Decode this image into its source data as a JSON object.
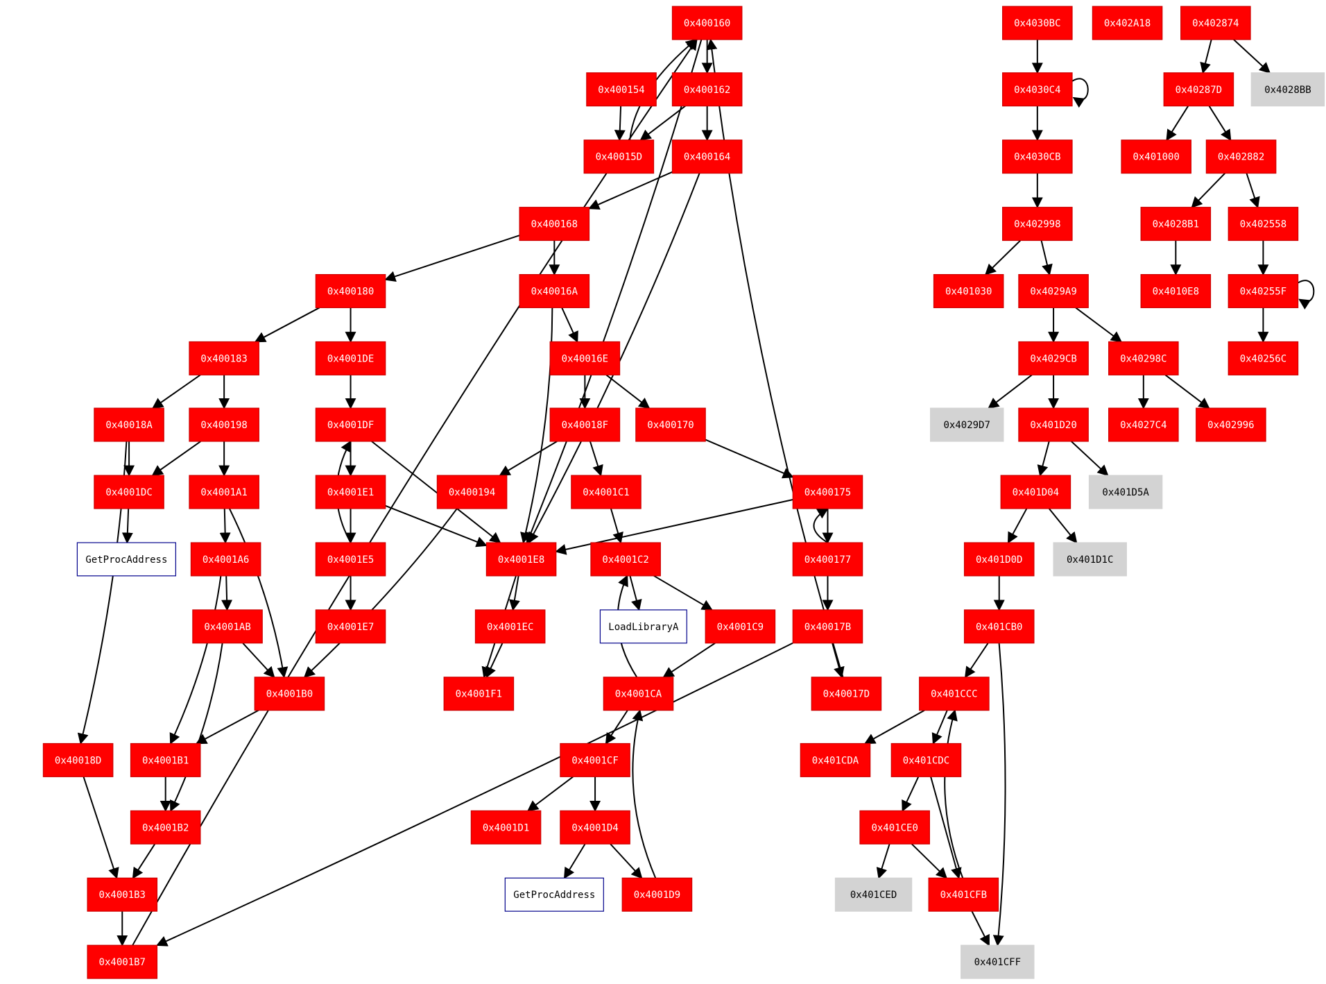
{
  "colors": {
    "node_red": "#ff0000",
    "node_red_border": "#cc0000",
    "node_red_text": "#ffffff",
    "node_gray": "#d3d3d3",
    "node_gray_text": "#000000",
    "node_func_border": "#00008b",
    "node_func_text": "#000000",
    "edge": "#000000"
  },
  "nodes": [
    {
      "id": "n400160",
      "label": "0x400160",
      "kind": "red"
    },
    {
      "id": "n400154",
      "label": "0x400154",
      "kind": "red"
    },
    {
      "id": "n400162",
      "label": "0x400162",
      "kind": "red"
    },
    {
      "id": "n40015D",
      "label": "0x40015D",
      "kind": "red"
    },
    {
      "id": "n400164",
      "label": "0x400164",
      "kind": "red"
    },
    {
      "id": "n400168",
      "label": "0x400168",
      "kind": "red"
    },
    {
      "id": "n400180",
      "label": "0x400180",
      "kind": "red"
    },
    {
      "id": "n40016A",
      "label": "0x40016A",
      "kind": "red"
    },
    {
      "id": "n400183",
      "label": "0x400183",
      "kind": "red"
    },
    {
      "id": "n4001DE",
      "label": "0x4001DE",
      "kind": "red"
    },
    {
      "id": "n40016E",
      "label": "0x40016E",
      "kind": "red"
    },
    {
      "id": "n40018A",
      "label": "0x40018A",
      "kind": "red"
    },
    {
      "id": "n400198",
      "label": "0x400198",
      "kind": "red"
    },
    {
      "id": "n4001DF",
      "label": "0x4001DF",
      "kind": "red"
    },
    {
      "id": "n40018F",
      "label": "0x40018F",
      "kind": "red"
    },
    {
      "id": "n400170",
      "label": "0x400170",
      "kind": "red"
    },
    {
      "id": "n4001DC",
      "label": "0x4001DC",
      "kind": "red"
    },
    {
      "id": "n4001A1",
      "label": "0x4001A1",
      "kind": "red"
    },
    {
      "id": "n4001E1",
      "label": "0x4001E1",
      "kind": "red"
    },
    {
      "id": "n400194",
      "label": "0x400194",
      "kind": "red"
    },
    {
      "id": "n4001C1",
      "label": "0x4001C1",
      "kind": "red"
    },
    {
      "id": "n400175",
      "label": "0x400175",
      "kind": "red"
    },
    {
      "id": "gpa1",
      "label": "GetProcAddress",
      "kind": "func"
    },
    {
      "id": "n4001A6",
      "label": "0x4001A6",
      "kind": "red"
    },
    {
      "id": "n4001E5",
      "label": "0x4001E5",
      "kind": "red"
    },
    {
      "id": "n4001E8",
      "label": "0x4001E8",
      "kind": "red"
    },
    {
      "id": "n4001C2",
      "label": "0x4001C2",
      "kind": "red"
    },
    {
      "id": "n400177",
      "label": "0x400177",
      "kind": "red"
    },
    {
      "id": "n4001AB",
      "label": "0x4001AB",
      "kind": "red"
    },
    {
      "id": "n4001E7",
      "label": "0x4001E7",
      "kind": "red"
    },
    {
      "id": "n4001EC",
      "label": "0x4001EC",
      "kind": "red"
    },
    {
      "id": "lla",
      "label": "LoadLibraryA",
      "kind": "func"
    },
    {
      "id": "n4001C9",
      "label": "0x4001C9",
      "kind": "red"
    },
    {
      "id": "n40017B",
      "label": "0x40017B",
      "kind": "red"
    },
    {
      "id": "n4001B0",
      "label": "0x4001B0",
      "kind": "red"
    },
    {
      "id": "n4001F1",
      "label": "0x4001F1",
      "kind": "red"
    },
    {
      "id": "n4001CA",
      "label": "0x4001CA",
      "kind": "red"
    },
    {
      "id": "n40017D",
      "label": "0x40017D",
      "kind": "red"
    },
    {
      "id": "n40018D",
      "label": "0x40018D",
      "kind": "red"
    },
    {
      "id": "n4001B1",
      "label": "0x4001B1",
      "kind": "red"
    },
    {
      "id": "n4001CF",
      "label": "0x4001CF",
      "kind": "red"
    },
    {
      "id": "n4001B2",
      "label": "0x4001B2",
      "kind": "red"
    },
    {
      "id": "n4001D1",
      "label": "0x4001D1",
      "kind": "red"
    },
    {
      "id": "n4001D4",
      "label": "0x4001D4",
      "kind": "red"
    },
    {
      "id": "n4001B3",
      "label": "0x4001B3",
      "kind": "red"
    },
    {
      "id": "gpa2",
      "label": "GetProcAddress",
      "kind": "func"
    },
    {
      "id": "n4001D9",
      "label": "0x4001D9",
      "kind": "red"
    },
    {
      "id": "n4001B7",
      "label": "0x4001B7",
      "kind": "red"
    },
    {
      "id": "n4030BC",
      "label": "0x4030BC",
      "kind": "red"
    },
    {
      "id": "n4030C4",
      "label": "0x4030C4",
      "kind": "red"
    },
    {
      "id": "n4030CB",
      "label": "0x4030CB",
      "kind": "red"
    },
    {
      "id": "n402998",
      "label": "0x402998",
      "kind": "red"
    },
    {
      "id": "n401030",
      "label": "0x401030",
      "kind": "red"
    },
    {
      "id": "n4029A9",
      "label": "0x4029A9",
      "kind": "red"
    },
    {
      "id": "n4029CB",
      "label": "0x4029CB",
      "kind": "red"
    },
    {
      "id": "n40298C",
      "label": "0x40298C",
      "kind": "red"
    },
    {
      "id": "n4029D7",
      "label": "0x4029D7",
      "kind": "gray"
    },
    {
      "id": "n401D20",
      "label": "0x401D20",
      "kind": "red"
    },
    {
      "id": "n4027C4",
      "label": "0x4027C4",
      "kind": "red"
    },
    {
      "id": "n402996",
      "label": "0x402996",
      "kind": "red"
    },
    {
      "id": "n401D04",
      "label": "0x401D04",
      "kind": "red"
    },
    {
      "id": "n401D5A",
      "label": "0x401D5A",
      "kind": "gray"
    },
    {
      "id": "n401D0D",
      "label": "0x401D0D",
      "kind": "red"
    },
    {
      "id": "n401D1C",
      "label": "0x401D1C",
      "kind": "gray"
    },
    {
      "id": "n401CB0",
      "label": "0x401CB0",
      "kind": "red"
    },
    {
      "id": "n401CCC",
      "label": "0x401CCC",
      "kind": "red"
    },
    {
      "id": "n401CDA",
      "label": "0x401CDA",
      "kind": "red"
    },
    {
      "id": "n401CDC",
      "label": "0x401CDC",
      "kind": "red"
    },
    {
      "id": "n401CE0",
      "label": "0x401CE0",
      "kind": "red"
    },
    {
      "id": "n401CED",
      "label": "0x401CED",
      "kind": "gray"
    },
    {
      "id": "n401CFB",
      "label": "0x401CFB",
      "kind": "red"
    },
    {
      "id": "n401CFF",
      "label": "0x401CFF",
      "kind": "gray"
    },
    {
      "id": "n402A18",
      "label": "0x402A18",
      "kind": "red"
    },
    {
      "id": "n402874",
      "label": "0x402874",
      "kind": "red"
    },
    {
      "id": "n40287D",
      "label": "0x40287D",
      "kind": "red"
    },
    {
      "id": "n4028BB",
      "label": "0x4028BB",
      "kind": "gray"
    },
    {
      "id": "n401000",
      "label": "0x401000",
      "kind": "red"
    },
    {
      "id": "n402882",
      "label": "0x402882",
      "kind": "red"
    },
    {
      "id": "n4028B1",
      "label": "0x4028B1",
      "kind": "red"
    },
    {
      "id": "n402558",
      "label": "0x402558",
      "kind": "red"
    },
    {
      "id": "n4010E8",
      "label": "0x4010E8",
      "kind": "red"
    },
    {
      "id": "n40255F",
      "label": "0x40255F",
      "kind": "red"
    },
    {
      "id": "n40256C",
      "label": "0x40256C",
      "kind": "red"
    }
  ],
  "edges": [
    [
      "n400160",
      "n400162"
    ],
    [
      "n400154",
      "n40015D"
    ],
    [
      "n400162",
      "n40015D"
    ],
    [
      "n400162",
      "n400164"
    ],
    [
      "n40015D",
      "n400160"
    ],
    [
      "n400164",
      "n400168"
    ],
    [
      "n400164",
      "n4001E8"
    ],
    [
      "n400168",
      "n400180"
    ],
    [
      "n400168",
      "n40016A"
    ],
    [
      "n400180",
      "n400183"
    ],
    [
      "n400180",
      "n4001DE"
    ],
    [
      "n40016A",
      "n40016E"
    ],
    [
      "n40016A",
      "n4001E8"
    ],
    [
      "n400183",
      "n40018A"
    ],
    [
      "n400183",
      "n400198"
    ],
    [
      "n4001DE",
      "n4001DF"
    ],
    [
      "n40016E",
      "n40018F"
    ],
    [
      "n40016E",
      "n400170"
    ],
    [
      "n40018A",
      "n4001DC"
    ],
    [
      "n40018A",
      "n40018D"
    ],
    [
      "n400198",
      "n4001DC"
    ],
    [
      "n400198",
      "n4001A1"
    ],
    [
      "n4001DF",
      "n4001E1"
    ],
    [
      "n4001DF",
      "n4001E8"
    ],
    [
      "n40018F",
      "n400194"
    ],
    [
      "n40018F",
      "n4001C1"
    ],
    [
      "n400170",
      "n400175"
    ],
    [
      "n4001DC",
      "gpa1"
    ],
    [
      "n4001A1",
      "n4001A6"
    ],
    [
      "n4001A1",
      "n4001B0"
    ],
    [
      "n4001E1",
      "n4001E5"
    ],
    [
      "n4001E1",
      "n4001E8"
    ],
    [
      "n400194",
      "n4001B0"
    ],
    [
      "n4001C1",
      "n4001C2"
    ],
    [
      "n400175",
      "n400177"
    ],
    [
      "n400175",
      "n4001E8"
    ],
    [
      "n4001A6",
      "n4001AB"
    ],
    [
      "n4001A6",
      "n4001B1"
    ],
    [
      "n4001E5",
      "n4001E7"
    ],
    [
      "n4001E5",
      "n4001DF"
    ],
    [
      "n4001E8",
      "n4001EC"
    ],
    [
      "n4001E8",
      "n4001F1"
    ],
    [
      "n4001C2",
      "lla"
    ],
    [
      "n4001C2",
      "n4001C9"
    ],
    [
      "n400177",
      "n40017B"
    ],
    [
      "n400177",
      "n400175"
    ],
    [
      "n4001AB",
      "n4001B0"
    ],
    [
      "n4001AB",
      "n4001B2"
    ],
    [
      "n4001EC",
      "n4001F1"
    ],
    [
      "n4001C9",
      "n4001CA"
    ],
    [
      "n40017B",
      "n40017D"
    ],
    [
      "n40017B",
      "n4001B7"
    ],
    [
      "n4001B0",
      "n4001B1"
    ],
    [
      "n4001CA",
      "n4001CF"
    ],
    [
      "n4001CA",
      "n4001C2"
    ],
    [
      "n40017D",
      "n400160"
    ],
    [
      "n40018D",
      "n4001B3"
    ],
    [
      "n4001B1",
      "n4001B2"
    ],
    [
      "n4001CF",
      "n4001D1"
    ],
    [
      "n4001CF",
      "n4001D4"
    ],
    [
      "n4001B2",
      "n4001B3"
    ],
    [
      "n4001D4",
      "gpa2"
    ],
    [
      "n4001D4",
      "n4001D9"
    ],
    [
      "n4001D9",
      "n4001CA"
    ],
    [
      "n4001B3",
      "n4001B7"
    ],
    [
      "n4001B7",
      "n400160"
    ],
    [
      "n400160",
      "n4001E8"
    ],
    [
      "n4030BC",
      "n4030C4"
    ],
    [
      "n4030C4",
      "n4030C4"
    ],
    [
      "n4030C4",
      "n4030CB"
    ],
    [
      "n4030CB",
      "n402998"
    ],
    [
      "n402998",
      "n401030"
    ],
    [
      "n402998",
      "n4029A9"
    ],
    [
      "n4029A9",
      "n4029CB"
    ],
    [
      "n4029A9",
      "n40298C"
    ],
    [
      "n4029CB",
      "n4029D7"
    ],
    [
      "n4029CB",
      "n401D20"
    ],
    [
      "n40298C",
      "n4027C4"
    ],
    [
      "n40298C",
      "n402996"
    ],
    [
      "n401D20",
      "n401D04"
    ],
    [
      "n401D20",
      "n401D5A"
    ],
    [
      "n401D04",
      "n401D0D"
    ],
    [
      "n401D04",
      "n401D1C"
    ],
    [
      "n401D0D",
      "n401CB0"
    ],
    [
      "n401CB0",
      "n401CCC"
    ],
    [
      "n401CB0",
      "n401CFF"
    ],
    [
      "n401CCC",
      "n401CDA"
    ],
    [
      "n401CCC",
      "n401CDC"
    ],
    [
      "n401CDC",
      "n401CE0"
    ],
    [
      "n401CDC",
      "n401CFB"
    ],
    [
      "n401CE0",
      "n401CED"
    ],
    [
      "n401CE0",
      "n401CFB"
    ],
    [
      "n401CFB",
      "n401CCC"
    ],
    [
      "n401CFB",
      "n401CFF"
    ],
    [
      "n402874",
      "n40287D"
    ],
    [
      "n402874",
      "n4028BB"
    ],
    [
      "n40287D",
      "n401000"
    ],
    [
      "n40287D",
      "n402882"
    ],
    [
      "n402882",
      "n4028B1"
    ],
    [
      "n402882",
      "n402558"
    ],
    [
      "n4028B1",
      "n4010E8"
    ],
    [
      "n402558",
      "n40255F"
    ],
    [
      "n40255F",
      "n40255F"
    ],
    [
      "n40255F",
      "n40256C"
    ]
  ]
}
